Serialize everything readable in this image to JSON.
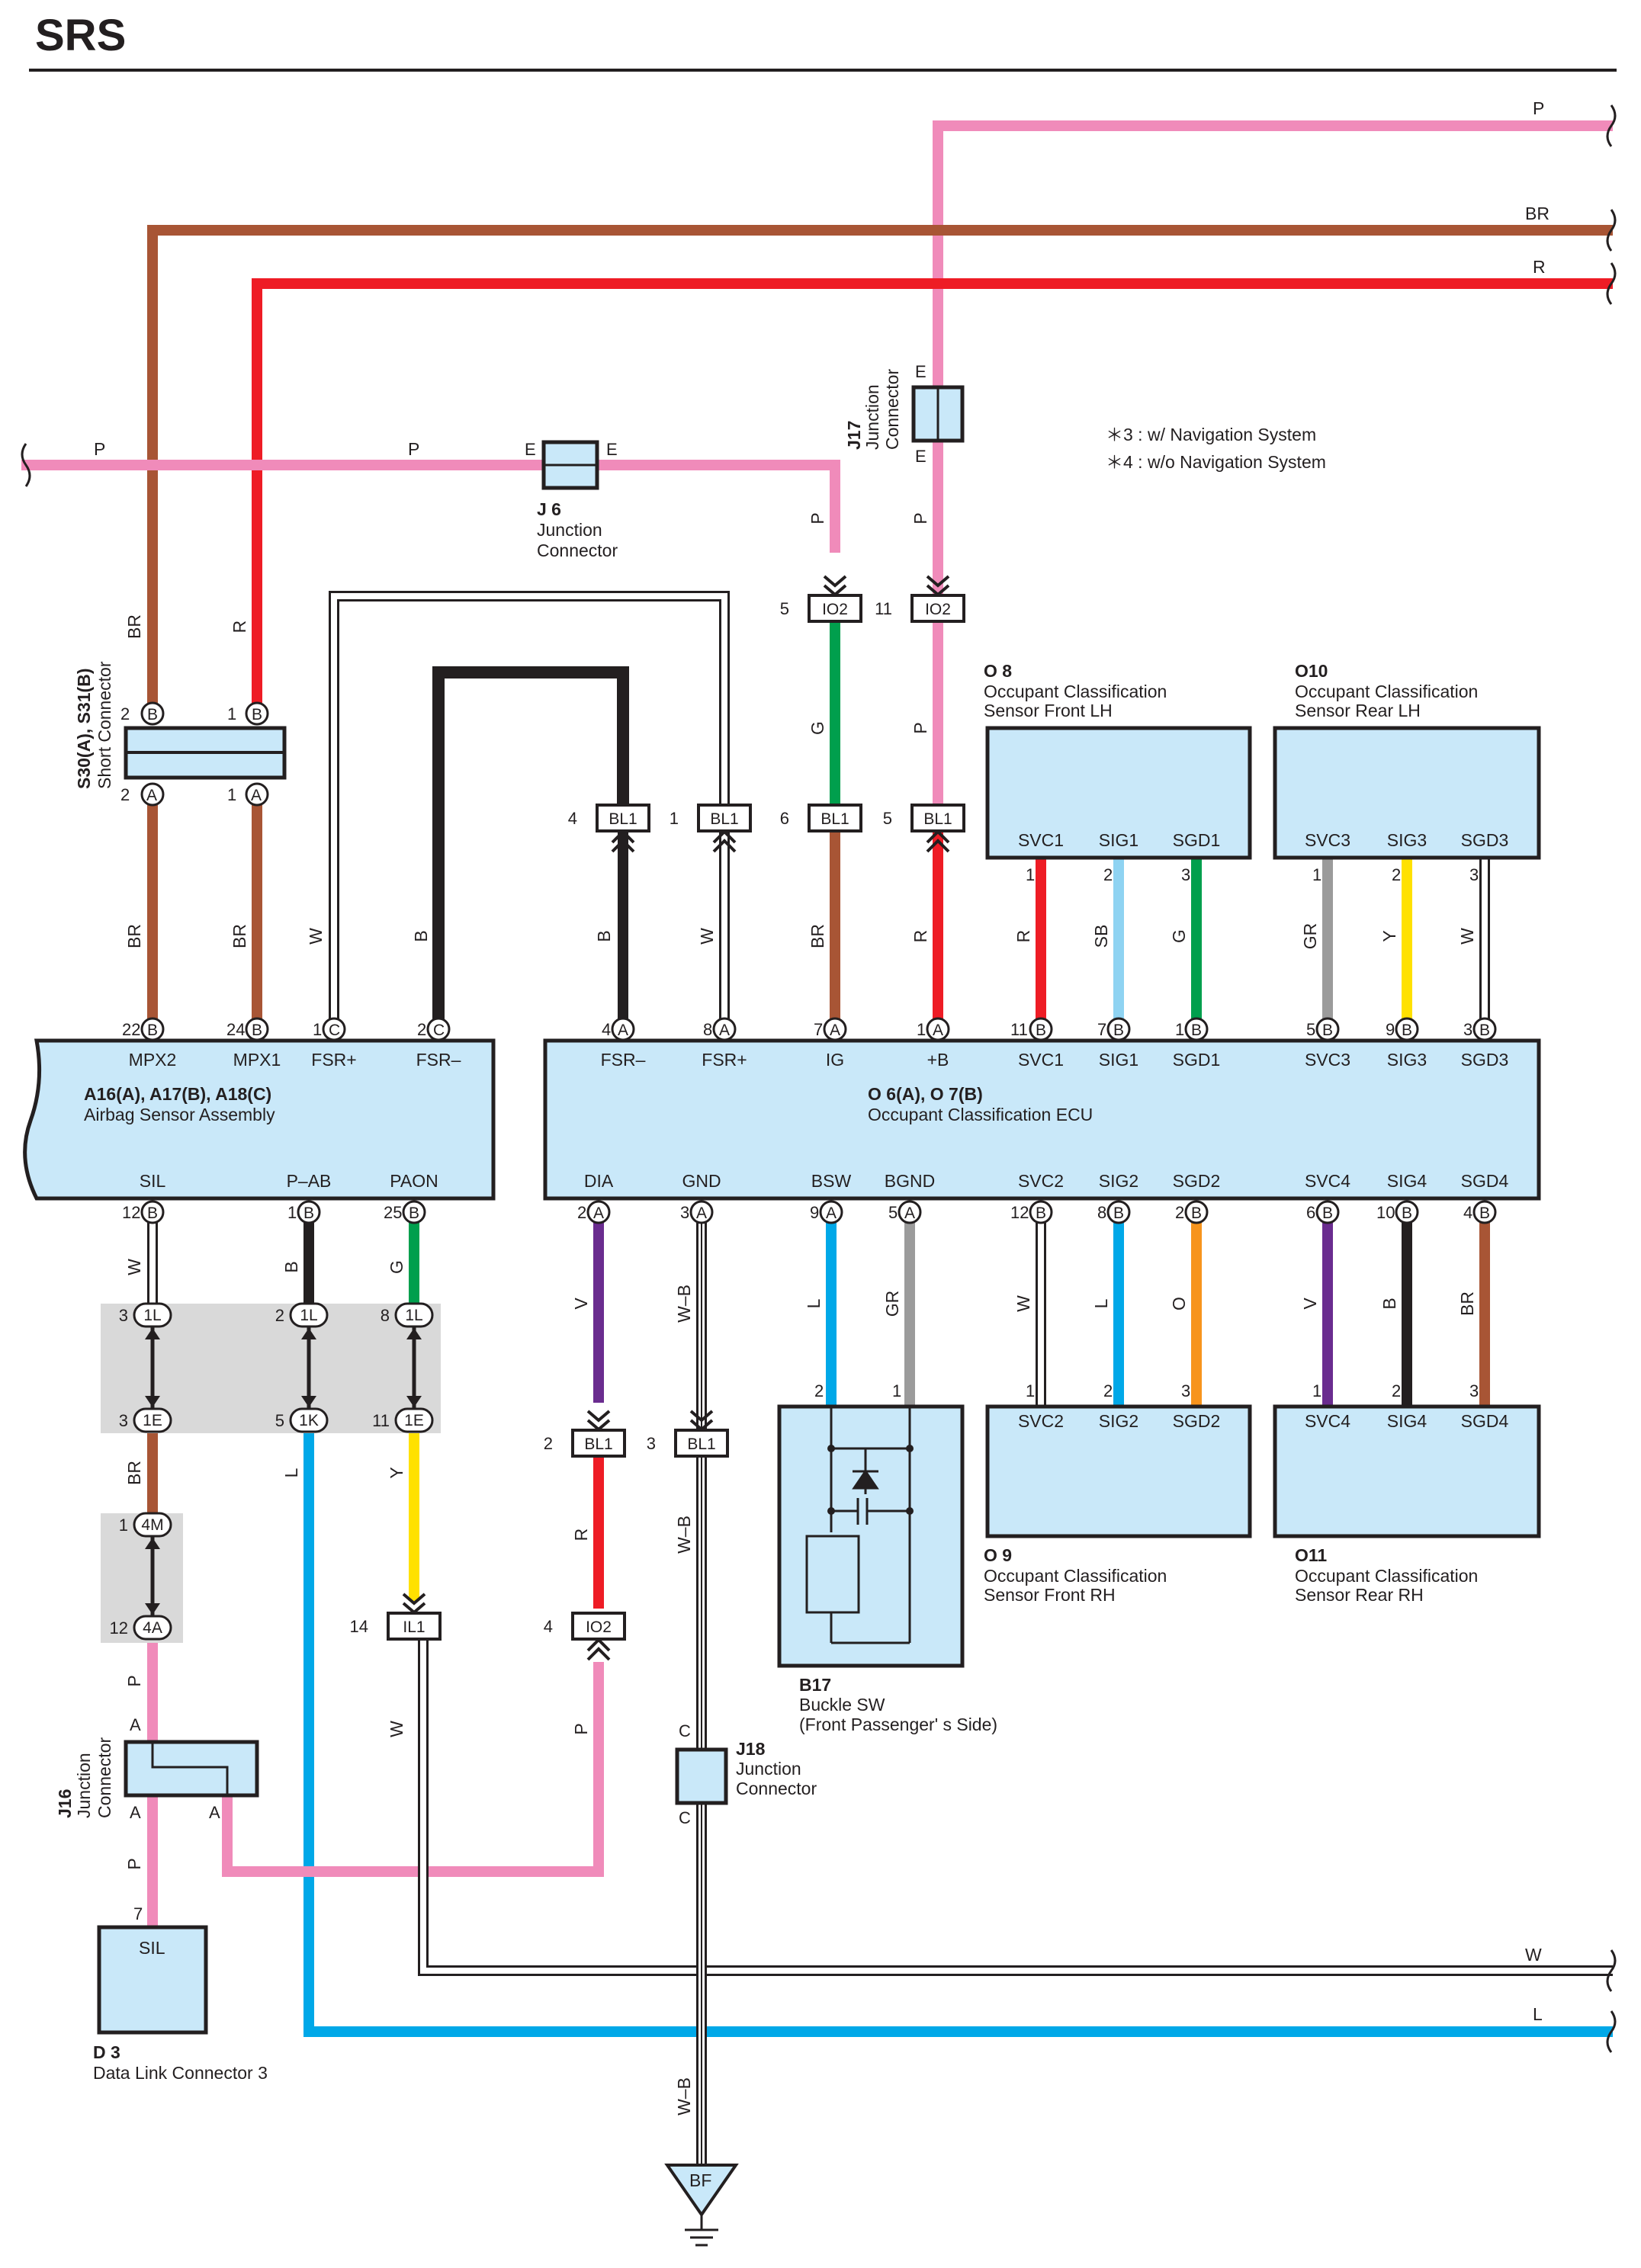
{
  "title": "SRS",
  "notes": [
    "＊3 : w/ Navigation System",
    "＊4 : w/o Navigation System"
  ],
  "colors": {
    "P": "#f08bba",
    "BR": "#a85535",
    "R": "#ee1c25",
    "B": "#231f20",
    "W": "#ffffff",
    "G": "#009f4d",
    "L": "#00a8e8",
    "V": "#6a2c8f",
    "Y": "#ffe100",
    "GR": "#9b9b9b",
    "SB": "#8fd3f2",
    "O": "#f7941d",
    "component_fill": "#c9e8f9",
    "splice_fill": "#d9d9d9"
  },
  "components": {
    "airbag": {
      "code": "A16(A), A17(B), A18(C)",
      "name": "Airbag Sensor Assembly"
    },
    "ocu": {
      "code": "O 6(A), O 7(B)",
      "name": "Occupant Classification ECU"
    },
    "o8": {
      "code": "O 8",
      "name1": "Occupant Classification",
      "name2": "Sensor Front LH"
    },
    "o10": {
      "code": "O10",
      "name1": "Occupant Classification",
      "name2": "Sensor Rear LH"
    },
    "o9": {
      "code": "O 9",
      "name1": "Occupant Classification",
      "name2": "Sensor Front RH"
    },
    "o11": {
      "code": "O11",
      "name1": "Occupant Classification",
      "name2": "Sensor Rear RH"
    },
    "b17": {
      "code": "B17",
      "name1": "Buckle SW",
      "name2": "(Front Passenger' s Side)"
    },
    "d3": {
      "code": "D 3",
      "name": "Data Link Connector 3",
      "pin": "SIL"
    },
    "j6": {
      "code": "J 6",
      "name1": "Junction",
      "name2": "Connector"
    },
    "j17": {
      "code": "J17",
      "name1": "Junction",
      "name2": "Connector"
    },
    "j16": {
      "code": "J16",
      "name1": "Junction",
      "name2": "Connector"
    },
    "j18": {
      "code": "J18",
      "name1": "Junction",
      "name2": "Connector"
    },
    "s30": {
      "code": "S30(A), S31(B)",
      "name": "Short Connector"
    },
    "ground": "BF"
  },
  "airbag_pins_top": [
    {
      "num": "22",
      "conn": "B",
      "name": "MPX2"
    },
    {
      "num": "24",
      "conn": "B",
      "name": "MPX1"
    },
    {
      "num": "1",
      "conn": "C",
      "name": "FSR+"
    },
    {
      "num": "2",
      "conn": "C",
      "name": "FSR–"
    }
  ],
  "airbag_pins_bottom": [
    {
      "num": "12",
      "conn": "B",
      "name": "SIL"
    },
    {
      "num": "1",
      "conn": "B",
      "name": "P–AB"
    },
    {
      "num": "25",
      "conn": "B",
      "name": "PAON"
    }
  ],
  "ocu_pins_top": [
    {
      "num": "4",
      "conn": "A",
      "name": "FSR–"
    },
    {
      "num": "8",
      "conn": "A",
      "name": "FSR+"
    },
    {
      "num": "7",
      "conn": "A",
      "name": "IG"
    },
    {
      "num": "1",
      "conn": "A",
      "name": "+B"
    },
    {
      "num": "11",
      "conn": "B",
      "name": "SVC1"
    },
    {
      "num": "7",
      "conn": "B",
      "name": "SIG1"
    },
    {
      "num": "1",
      "conn": "B",
      "name": "SGD1"
    },
    {
      "num": "5",
      "conn": "B",
      "name": "SVC3"
    },
    {
      "num": "9",
      "conn": "B",
      "name": "SIG3"
    },
    {
      "num": "3",
      "conn": "B",
      "name": "SGD3"
    }
  ],
  "ocu_pins_bottom": [
    {
      "num": "2",
      "conn": "A",
      "name": "DIA"
    },
    {
      "num": "3",
      "conn": "A",
      "name": "GND"
    },
    {
      "num": "9",
      "conn": "A",
      "name": "BSW"
    },
    {
      "num": "5",
      "conn": "A",
      "name": "BGND"
    },
    {
      "num": "12",
      "conn": "B",
      "name": "SVC2"
    },
    {
      "num": "8",
      "conn": "B",
      "name": "SIG2"
    },
    {
      "num": "2",
      "conn": "B",
      "name": "SGD2"
    },
    {
      "num": "6",
      "conn": "B",
      "name": "SVC4"
    },
    {
      "num": "10",
      "conn": "B",
      "name": "SIG4"
    },
    {
      "num": "4",
      "conn": "B",
      "name": "SGD4"
    }
  ],
  "sensor_pins": {
    "o8": [
      {
        "num": "1",
        "name": "SVC1"
      },
      {
        "num": "2",
        "name": "SIG1"
      },
      {
        "num": "3",
        "name": "SGD1"
      }
    ],
    "o10": [
      {
        "num": "1",
        "name": "SVC3"
      },
      {
        "num": "2",
        "name": "SIG3"
      },
      {
        "num": "3",
        "name": "SGD3"
      }
    ],
    "o9": [
      {
        "num": "1",
        "name": "SVC2"
      },
      {
        "num": "2",
        "name": "SIG2"
      },
      {
        "num": "3",
        "name": "SGD2"
      }
    ],
    "o11": [
      {
        "num": "1",
        "name": "SVC4"
      },
      {
        "num": "2",
        "name": "SIG4"
      },
      {
        "num": "3",
        "name": "SGD4"
      }
    ]
  },
  "inline_connectors": {
    "io2_a": {
      "num": "5",
      "name": "IO2"
    },
    "io2_b": {
      "num": "11",
      "name": "IO2"
    },
    "bl1_1": {
      "num": "4",
      "name": "BL1"
    },
    "bl1_2": {
      "num": "1",
      "name": "BL1"
    },
    "bl1_3": {
      "num": "6",
      "name": "BL1"
    },
    "bl1_4": {
      "num": "5",
      "name": "BL1"
    },
    "bl1_dia": {
      "num": "2",
      "name": "BL1"
    },
    "bl1_gnd": {
      "num": "3",
      "name": "BL1"
    },
    "io2_dia": {
      "num": "4",
      "name": "IO2"
    },
    "il1": {
      "num": "14",
      "name": "IL1"
    }
  },
  "splices": {
    "s_1l_a": {
      "num": "3",
      "name": "1L"
    },
    "s_1l_b": {
      "num": "2",
      "name": "1L"
    },
    "s_1l_c": {
      "num": "8",
      "name": "1L"
    },
    "s_1e_a": {
      "num": "3",
      "name": "1E"
    },
    "s_1k": {
      "num": "5",
      "name": "1K"
    },
    "s_1e_c": {
      "num": "11",
      "name": "1E"
    },
    "s_4m": {
      "num": "1",
      "name": "4M"
    },
    "s_4a": {
      "num": "12",
      "name": "4A"
    }
  },
  "misc_labels": {
    "j6_left": "E",
    "j6_right": "E",
    "j17_top": "E",
    "j17_bottom": "E",
    "s30_top_1": "2",
    "s30_top_1c": "B",
    "s30_top_2": "1",
    "s30_top_2c": "B",
    "s30_bot_1": "2",
    "s30_bot_1c": "A",
    "s30_bot_2": "1",
    "s30_bot_2c": "A",
    "j16_a1": "A",
    "j16_a2": "A",
    "j16_a3": "A",
    "j18_c1": "C",
    "j18_c2": "C",
    "d3_pin": "7",
    "b17_pin2": "2",
    "b17_pin1": "1"
  },
  "wire_labels": {
    "top_p": "P",
    "top_br": "BR",
    "top_r": "R",
    "left_p": "P",
    "mid_p": "P",
    "br_v": "BR",
    "r_v": "R",
    "br_lower1": "BR",
    "br_lower2": "BR",
    "w_fsr": "W",
    "b_fsr": "B",
    "io2_p": "P",
    "io2_g": "G",
    "j17_p": "P",
    "j17_p2": "P",
    "fsrm_b": "B",
    "fsrp_w": "W",
    "ig_br": "BR",
    "pb_r": "R",
    "o8_r": "R",
    "o8_sb": "SB",
    "o8_g": "G",
    "o10_gr": "GR",
    "o10_y": "Y",
    "o10_w": "W",
    "sil_w": "W",
    "pab_b": "B",
    "paon_g": "G",
    "dia_v": "V",
    "gnd_wb": "W–B",
    "bsw_l": "L",
    "bgnd_gr": "GR",
    "svc2_w": "W",
    "sig2_l": "L",
    "sgd2_o": "O",
    "svc4_v": "V",
    "sig4_b": "B",
    "sgd4_br": "BR",
    "br_splice": "BR",
    "l_1k": "L",
    "y_1e": "Y",
    "dia_r": "R",
    "gnd_wb2": "W–B",
    "p_4a": "P",
    "w_il1": "W",
    "p_io2": "P",
    "p_d3": "P",
    "wb_ground": "W–B",
    "bottom_w": "W",
    "bottom_l": "L"
  }
}
